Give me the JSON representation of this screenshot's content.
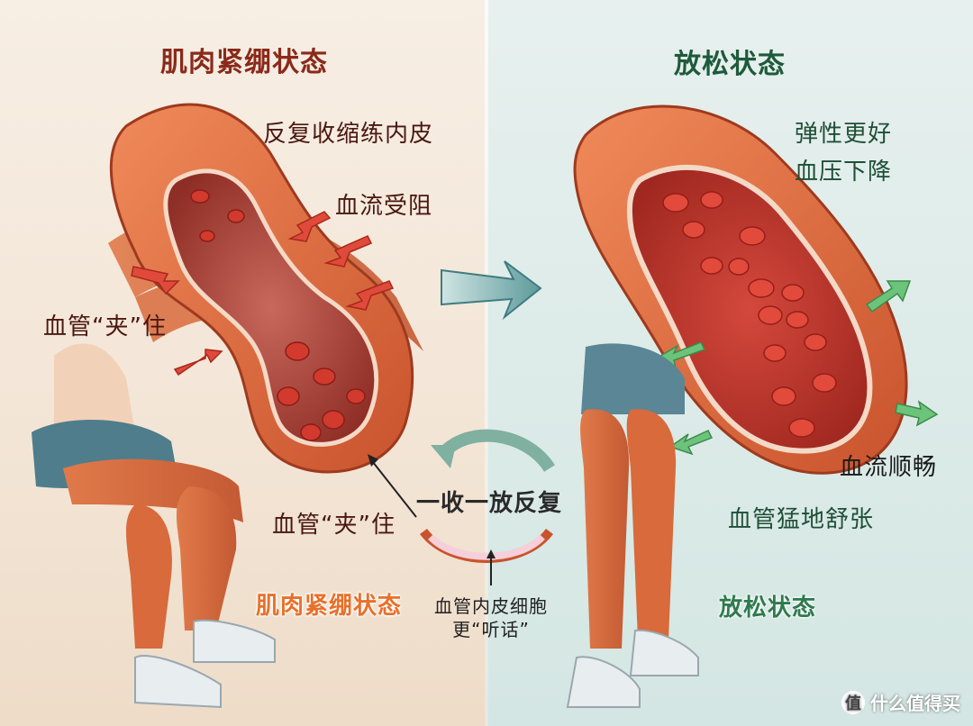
{
  "left": {
    "title": "肌肉紧绷状态",
    "caption_top": "反复收缩练内皮",
    "blood_blocked": "血流受阻",
    "vessel_clamped_1": "血管“夹”住",
    "vessel_clamped_2": "血管“夹”住",
    "badge": "肌肉紧绷状态"
  },
  "center": {
    "cycle_label": "一收一放反复",
    "endothelial_line1": "血管内皮细胞",
    "endothelial_line2": "更“听话”"
  },
  "right": {
    "title": "放松状态",
    "caption_line1": "弹性更好",
    "caption_line2": "血压下降",
    "blood_smooth": "血流顺畅",
    "vessel_dilate": "血管猛地舒张",
    "badge": "放松状态"
  },
  "watermark": {
    "text": "什么值得买",
    "icon": "值"
  },
  "colors": {
    "left_title": "#8a2a1a",
    "right_title": "#1e5a3c",
    "arrow_red": "#e04a3a",
    "arrow_green": "#6cc47a",
    "vessel": "#d9643c",
    "rbc": "#d23a2e"
  }
}
